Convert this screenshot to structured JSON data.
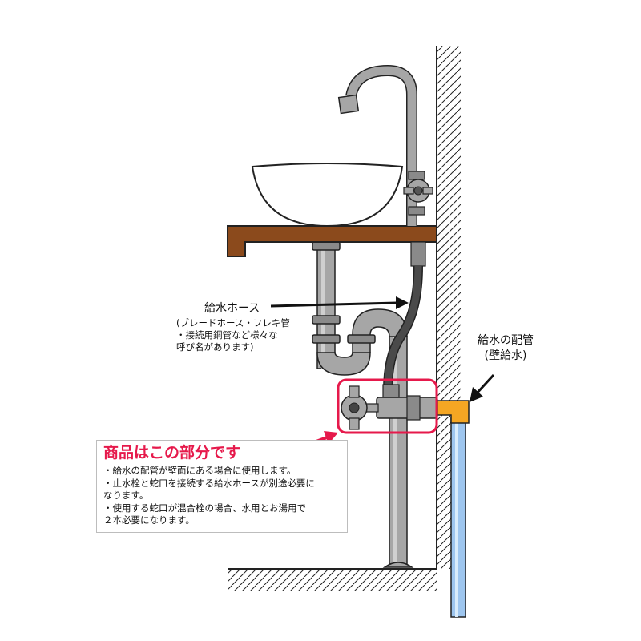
{
  "labels": {
    "hose_title": "給水ホース",
    "hose_note": [
      "(ブレードホース・フレキ管",
      "・接続用銅管など様々な",
      "呼び名があります)"
    ],
    "wall_pipe_title": "給水の配管",
    "wall_pipe_sub": "(壁給水)"
  },
  "info_box": {
    "heading": "商品はこの部分です",
    "lines": [
      "・給水の配管が壁面にある場合に使用します。",
      "・止水栓と蛇口を接続する給水ホースが別途必要に",
      "なります。",
      "・使用する蛇口が混合栓の場合、水用とお湯用で",
      "２本必要になります。"
    ]
  },
  "colors": {
    "highlight": "#e6194b",
    "counter": "#8b4a1c",
    "pipe": "#a6a6a6",
    "water_pipe": "#9ec6ef",
    "elbow": "#f5a623",
    "outline": "#222222"
  }
}
